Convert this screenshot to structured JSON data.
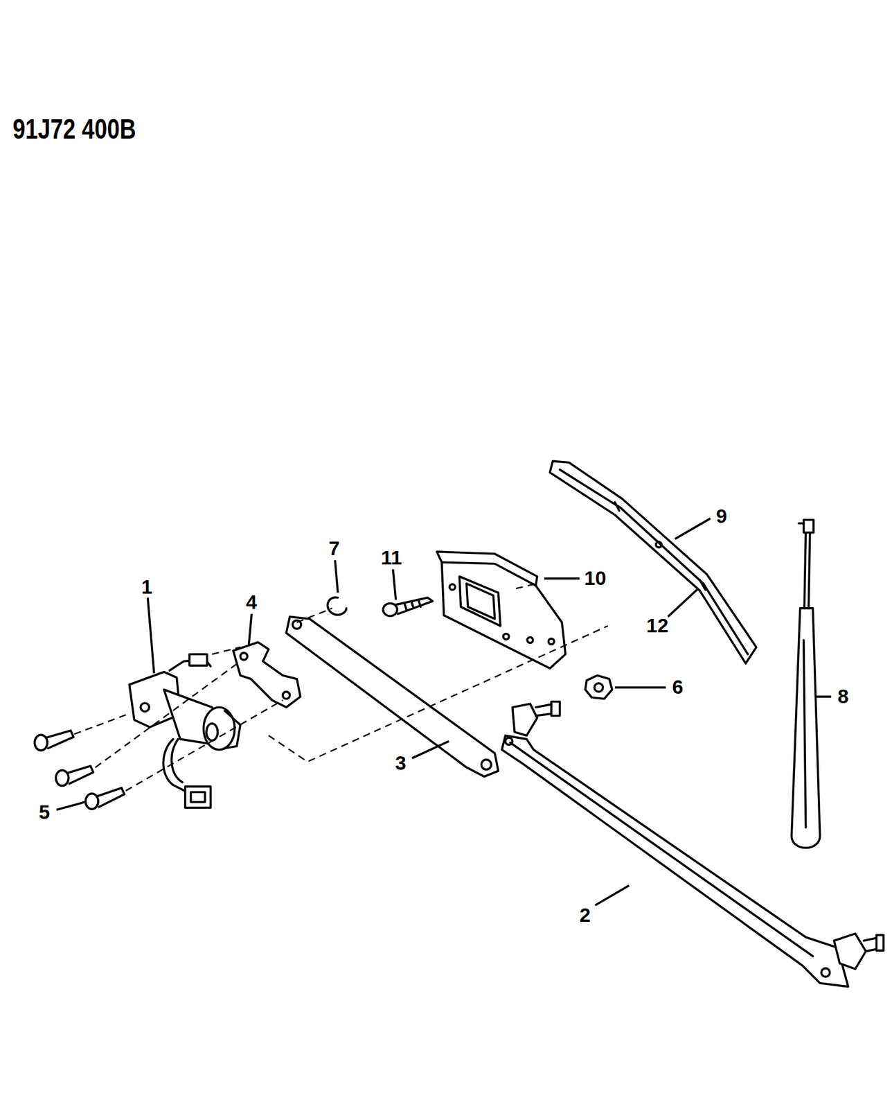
{
  "diagram": {
    "labels": [
      "91J72 400B",
      "1",
      "4",
      "7",
      "11",
      "10",
      "9",
      "12",
      "6",
      "8",
      "3",
      "5",
      "2"
    ]
  }
}
